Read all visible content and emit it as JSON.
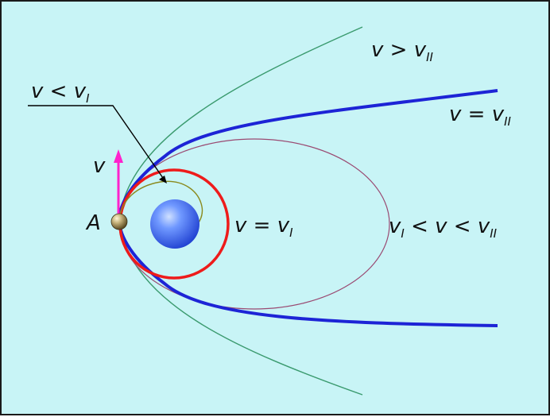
{
  "labels": {
    "point": "A",
    "velocity": "v",
    "v_lt_v1": {
      "main": "v < v",
      "sub": "I"
    },
    "v_gt_v2": {
      "main": "v > v",
      "sub": "II"
    },
    "v_eq_v2": {
      "main": "v = v",
      "sub": "II"
    },
    "v_eq_v1": {
      "main": "v = v",
      "sub": "I"
    },
    "v_between": {
      "a": "v",
      "a_sub": "I",
      "b": " < v < v",
      "b_sub": "II"
    }
  },
  "colors": {
    "background": "#c8f4f6",
    "border": "#1a1a1a",
    "circular_orbit": "#ee1b1b",
    "parabolic_orbit": "#1d24d6",
    "hyperbolic_orbit": "#3a9a6e",
    "elliptic_orbit": "#9a4a72",
    "suborbital_arc": "#8a8a1e",
    "velocity_arrow": "#ff22cc",
    "planet": "#3f74f0",
    "body_A": "#b8a56c",
    "pointer_line": "#000000"
  },
  "icons": {
    "planet": "planet-sphere-icon",
    "body": "point-A-ball-icon",
    "arrow": "velocity-arrow-icon"
  }
}
